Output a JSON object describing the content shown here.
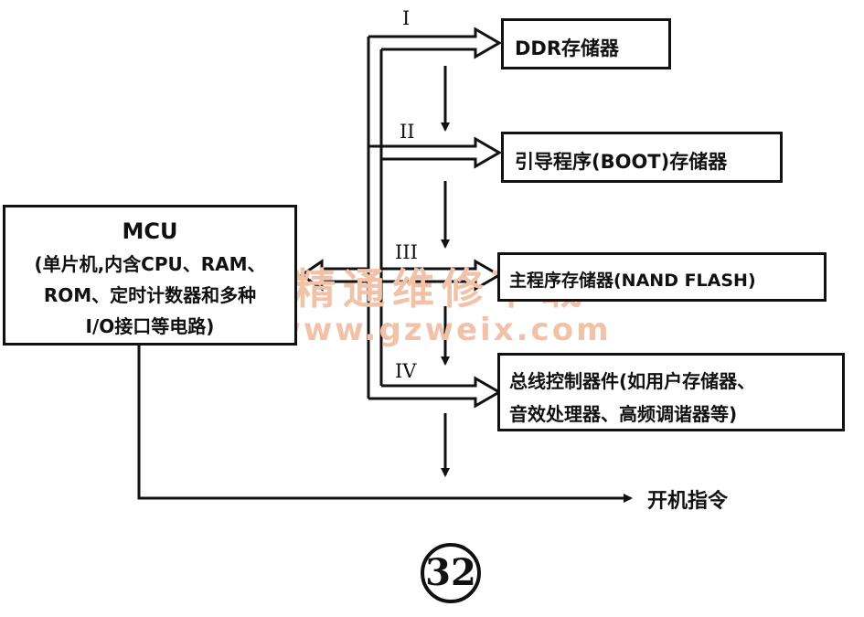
{
  "mcu": {
    "title": "MCU",
    "line1": "(单片机,内含CPU、RAM、",
    "line2": "ROM、定时计数器和多种",
    "line3": "I/O接口等电路)"
  },
  "buses": [
    {
      "label": "I",
      "target": "DDR存储器"
    },
    {
      "label": "II",
      "target": "引导程序(BOOT)存储器"
    },
    {
      "label": "III",
      "target": "主程序存储器(NAND FLASH)"
    },
    {
      "label": "IV",
      "target": "总线控制器件(如用户存储器、音效处理器、高频调谐器等)"
    }
  ],
  "blocks": {
    "ddr": "DDR存储器",
    "boot": "引导程序(BOOT)存储器",
    "nand": "主程序存储器(NAND FLASH)",
    "bus_ctrl_line1": "总线控制器件(如用户存储器、",
    "bus_ctrl_line2": "音效处理器、高频调谐器等)"
  },
  "output": "开机指令",
  "page_number": "32",
  "watermark": {
    "line1": "精通维修下载",
    "line2": "www.gzweix.com"
  }
}
